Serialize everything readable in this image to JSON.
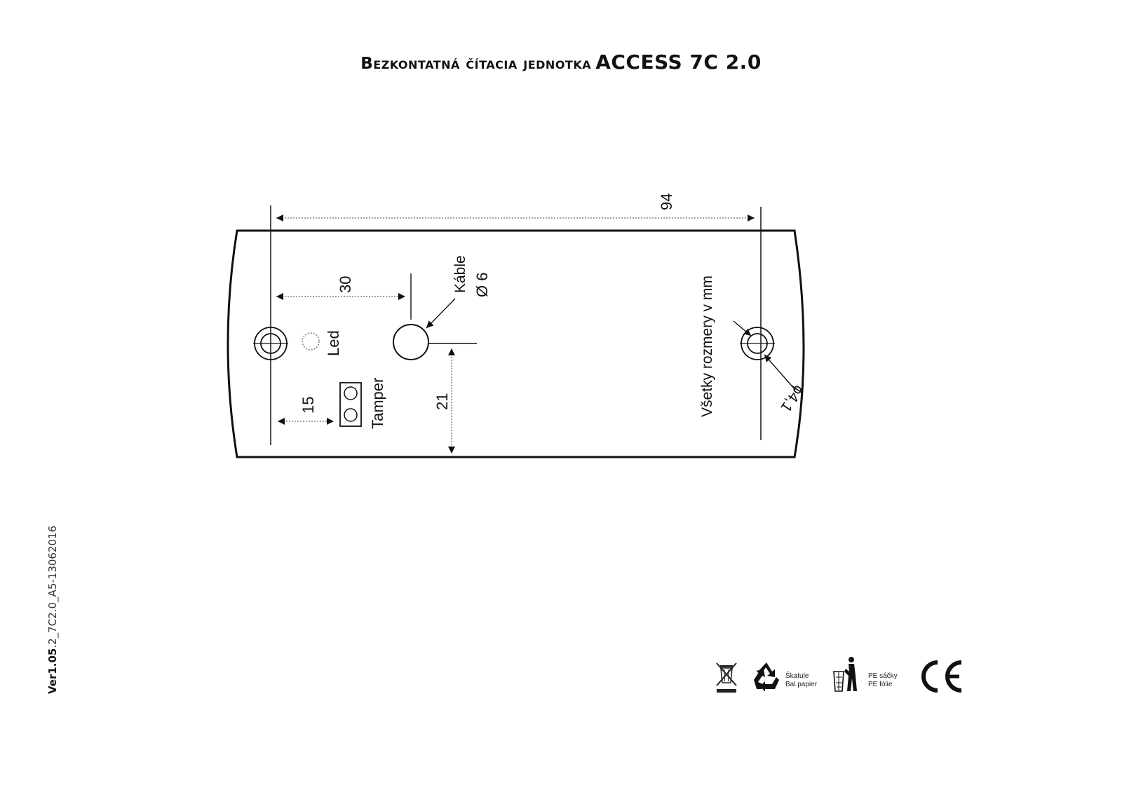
{
  "title": {
    "part1": "Bezkontatná čítacia jednotka",
    "part2": "ACCESS 7C 2.0"
  },
  "version": {
    "bold": "Ver1.05",
    "rest": ".2_7C2.0_A5-13062016"
  },
  "drawing": {
    "dim_total": "94",
    "dim_hole_to_cable": "30",
    "dim_tamper": "15",
    "dim_cable_height": "21",
    "cable_label": "Káble",
    "cable_diameter": "Ø 6",
    "led_label": "Led",
    "tamper_label": "Tamper",
    "units_note": "Všetky rozmery v mm",
    "hole_diameter": "ϕ4,1"
  },
  "logos": {
    "weee_icon": "weee-crossed-bin-icon",
    "recycle_icon": "recycle-icon",
    "recycle_text_1": "Škatule",
    "recycle_text_2": "Bal.papier",
    "tidyman_icon": "tidyman-bin-icon",
    "tidyman_text_1": "PE sáčky",
    "tidyman_text_2": "PE fólie",
    "ce_mark": "CE"
  }
}
